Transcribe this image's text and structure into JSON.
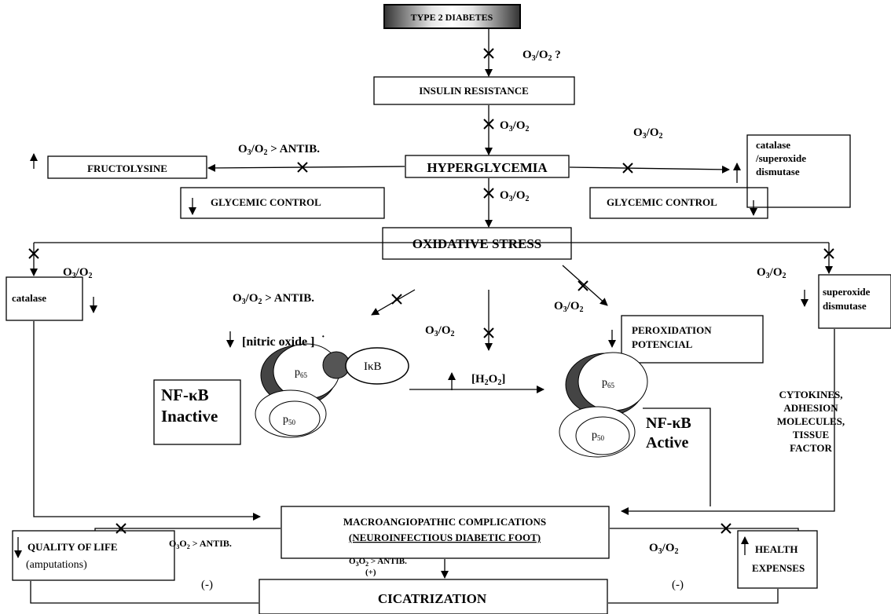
{
  "boxes": {
    "type2_diabetes": "TYPE 2 DIABETES",
    "insulin_resistance": "INSULIN RESISTANCE",
    "hyperglycemia": "HYPERGLYCEMIA",
    "fructolysine": "FRUCTOLYSINE",
    "glycemic_control_left": "GLYCEMIC CONTROL",
    "glycemic_control_right": "GLYCEMIC CONTROL",
    "catalase_sod_line1": "catalase",
    "catalase_sod_line2": "/superoxide",
    "catalase_sod_line3": "dismutase",
    "oxidative_stress": "OXIDATIVE STRESS",
    "catalase": "catalase",
    "superoxide_line1": "superoxide",
    "superoxide_line2": "dismutase",
    "nitric_oxide": "[nitric oxide ]",
    "nitric_oxide_dot": "·",
    "peroxidation_line1": "PEROXIDATION",
    "peroxidation_line2": "POTENCIAL",
    "nfkb_inactive_line1": "NF-κB",
    "nfkb_inactive_line2": "Inactive",
    "nfkb_active_line1": "NF-κB",
    "nfkb_active_line2": "Active",
    "macro_line1": "MACROANGIOPATHIC COMPLICATIONS",
    "macro_line2": "(NEUROINFECTIOUS DIABETIC FOOT)",
    "quality_line1": "QUALITY OF LIFE",
    "quality_line2": "(amputations)",
    "health_line1": "HEALTH",
    "health_line2": "EXPENSES",
    "cicatrization": "CICATRIZATION"
  },
  "molecules": {
    "p65": "p",
    "p65_sub": "65",
    "p50": "p",
    "p50_sub": "50",
    "ikb": "IκB",
    "h2o2": "[H",
    "h2o2_sub1": "2",
    "h2o2_mid": "O",
    "h2o2_sub2": "2",
    "h2o2_end": "]"
  },
  "labels": {
    "o3_main": "O",
    "o3_sub": "3",
    "o3_slash": "/O",
    "o3_sub2": "2",
    "question": "?",
    "antib": " > ANTIB.",
    "o3o2_main": "O",
    "o3o2_sub": "3",
    "o3o2_mid": "O",
    "o3o2_sub2": "2",
    "plus": "(+)",
    "minus": "(-)",
    "cytokines_1": "CYTOKINES,",
    "cytokines_2": "ADHESION",
    "cytokines_3": "MOLECULES,",
    "cytokines_4": "TISSUE",
    "cytokines_5": "FACTOR"
  }
}
